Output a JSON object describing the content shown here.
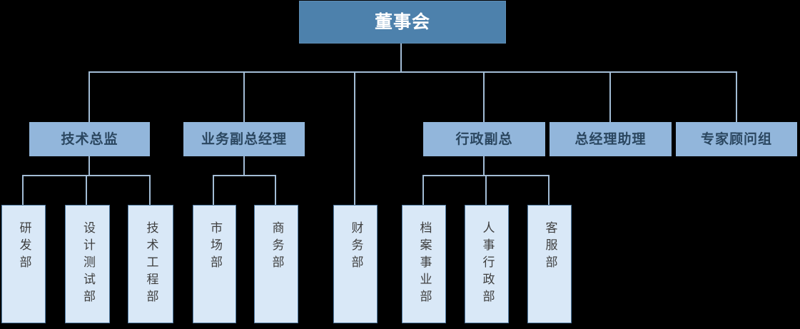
{
  "org": {
    "root": {
      "label": "董事会",
      "parent": null
    },
    "level2": [
      {
        "label": "技术总监",
        "parent": "董事会"
      },
      {
        "label": "业务副总经理",
        "parent": "董事会"
      },
      {
        "label": "行政副总",
        "parent": "董事会"
      },
      {
        "label": "总经理助理",
        "parent": "董事会"
      },
      {
        "label": "专家顾问组",
        "parent": "董事会"
      }
    ],
    "level3": [
      {
        "label": "研发部",
        "parent": "技术总监"
      },
      {
        "label": "设计测试部",
        "parent": "技术总监"
      },
      {
        "label": "技术工程部",
        "parent": "技术总监"
      },
      {
        "label": "市场部",
        "parent": "业务副总经理"
      },
      {
        "label": "商务部",
        "parent": "业务副总经理"
      },
      {
        "label": "财务部",
        "parent": "董事会"
      },
      {
        "label": "档案事业部",
        "parent": "行政副总"
      },
      {
        "label": "人事行政部",
        "parent": "行政副总"
      },
      {
        "label": "客服部",
        "parent": "行政副总"
      }
    ]
  },
  "colors": {
    "background": "#000000",
    "root_fill": "#4d81ac",
    "root_text": "#ffffff",
    "level2_fill": "#92b6db",
    "level2_text": "#2b4760",
    "level3_fill": "#d9e8f7",
    "level3_border": "#527ca4",
    "level3_text": "#3f3f3f",
    "connector": "#a2bcd5"
  }
}
